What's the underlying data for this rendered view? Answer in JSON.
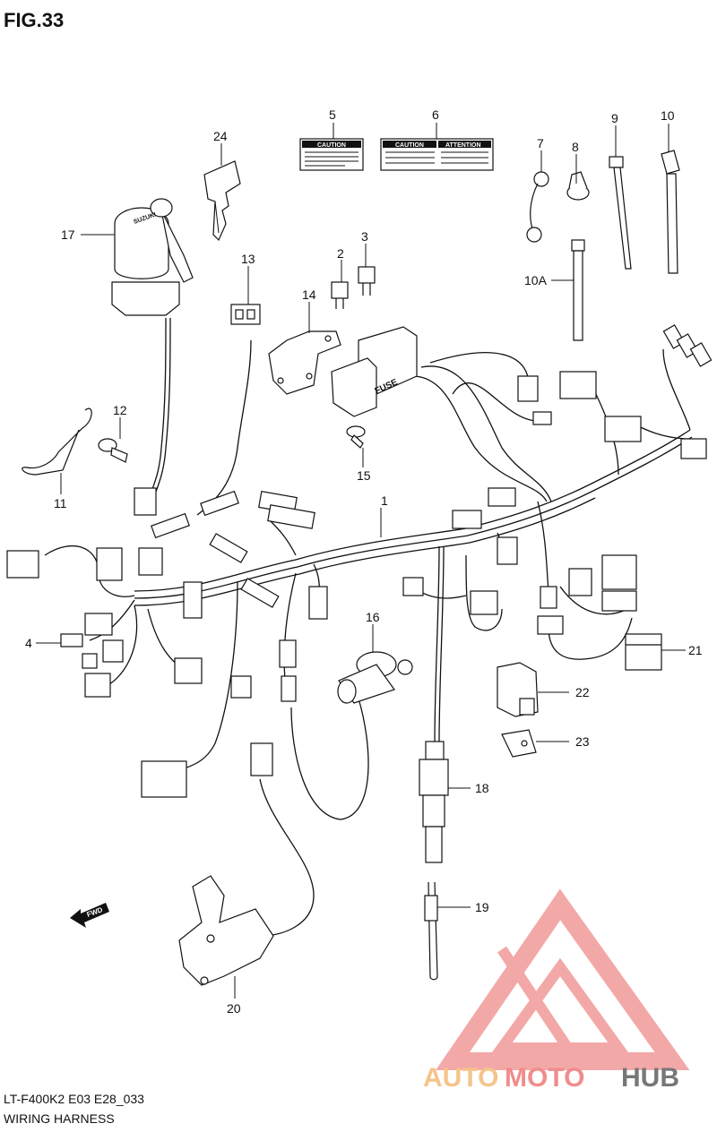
{
  "figure": {
    "title": "FIG.33",
    "model_code": "LT-F400K2 E03 E28_033",
    "caption": "WIRING HARNESS"
  },
  "labels": {
    "caution": "CAUTION",
    "attention": "ATTENTION",
    "fuse": "FUSE",
    "fwd": "FWD"
  },
  "callouts": [
    "1",
    "2",
    "3",
    "4",
    "5",
    "6",
    "7",
    "8",
    "9",
    "10",
    "10A",
    "11",
    "12",
    "13",
    "14",
    "15",
    "16",
    "17",
    "18",
    "19",
    "20",
    "21",
    "22",
    "23",
    "24"
  ],
  "watermark": {
    "part1": "AUTO",
    "part2": "MOTO",
    "part3": "HUB",
    "color_primary": "#f08c8c",
    "color_secondary": "#f5c48a"
  }
}
